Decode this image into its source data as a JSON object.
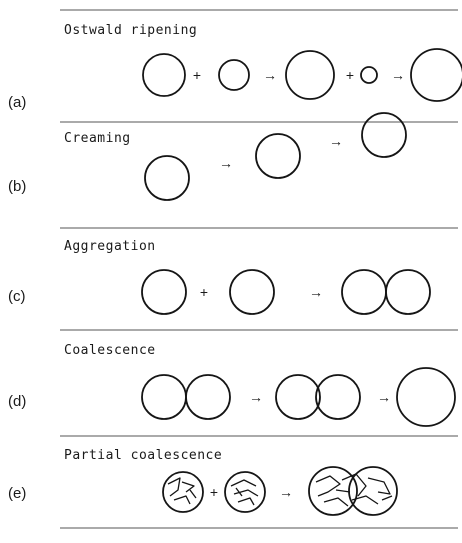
{
  "figure": {
    "panels": [
      {
        "id": "a",
        "label": "(a)",
        "title": "Ostwald ripening",
        "operators": [
          "+",
          "→",
          "+",
          "→"
        ]
      },
      {
        "id": "b",
        "label": "(b)",
        "title": "Creaming",
        "operators": [
          "→",
          "→"
        ]
      },
      {
        "id": "c",
        "label": "(c)",
        "title": "Aggregation",
        "operators": [
          "+",
          "→"
        ]
      },
      {
        "id": "d",
        "label": "(d)",
        "title": "Coalescence",
        "operators": [
          "→",
          "→"
        ]
      },
      {
        "id": "e",
        "label": "(e)",
        "title": "Partial coalescence",
        "operators": [
          "+",
          "→"
        ]
      }
    ]
  }
}
